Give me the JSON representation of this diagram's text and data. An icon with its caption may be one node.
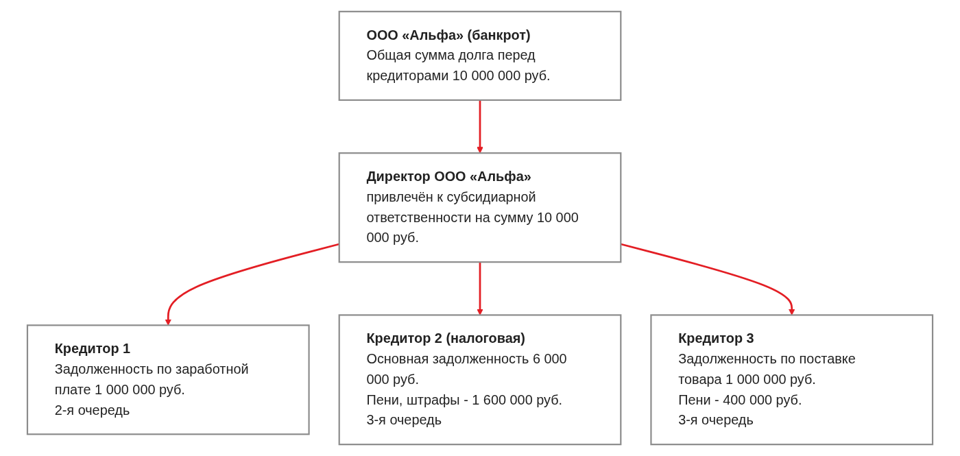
{
  "diagram": {
    "nodes": [
      {
        "text": [
          "ООО «Альфа» (банкрот)",
          "Общая сумма долга перед кредиторами 10 000 000 руб."
        ]
      },
      {
        "text": [
          "Директор ООО «Альфа»",
          "привлечён к субсидиарной ответственности на сумму 10 000 000 руб."
        ]
      },
      {
        "text": [
          "Кредитор 1",
          "Задолженность по заработной плате 1 000 000 руб.",
          "2-я очередь"
        ]
      },
      {
        "text": [
          "Кредитор 2 (налоговая)",
          "Основная задолженность 6 000 000 руб.",
          "Пени, штрафы - 1 600 000 руб.",
          "3-я очередь"
        ]
      },
      {
        "text": [
          "Кредитор 3",
          "Задолженность по поставке товара 1 000 000 руб.",
          "Пени - 400 000 руб.",
          "3-я очередь"
        ]
      }
    ],
    "edges": [
      {
        "from": 0,
        "to": 1,
        "arrow": "to",
        "color": "#e31e24"
      },
      {
        "from": 1,
        "to": 2,
        "arrow": "to",
        "color": "#e31e24"
      },
      {
        "from": 1,
        "to": 3,
        "arrow": "to",
        "color": "#e31e24"
      },
      {
        "from": 1,
        "to": 4,
        "arrow": "to",
        "color": "#e31e24"
      }
    ]
  }
}
